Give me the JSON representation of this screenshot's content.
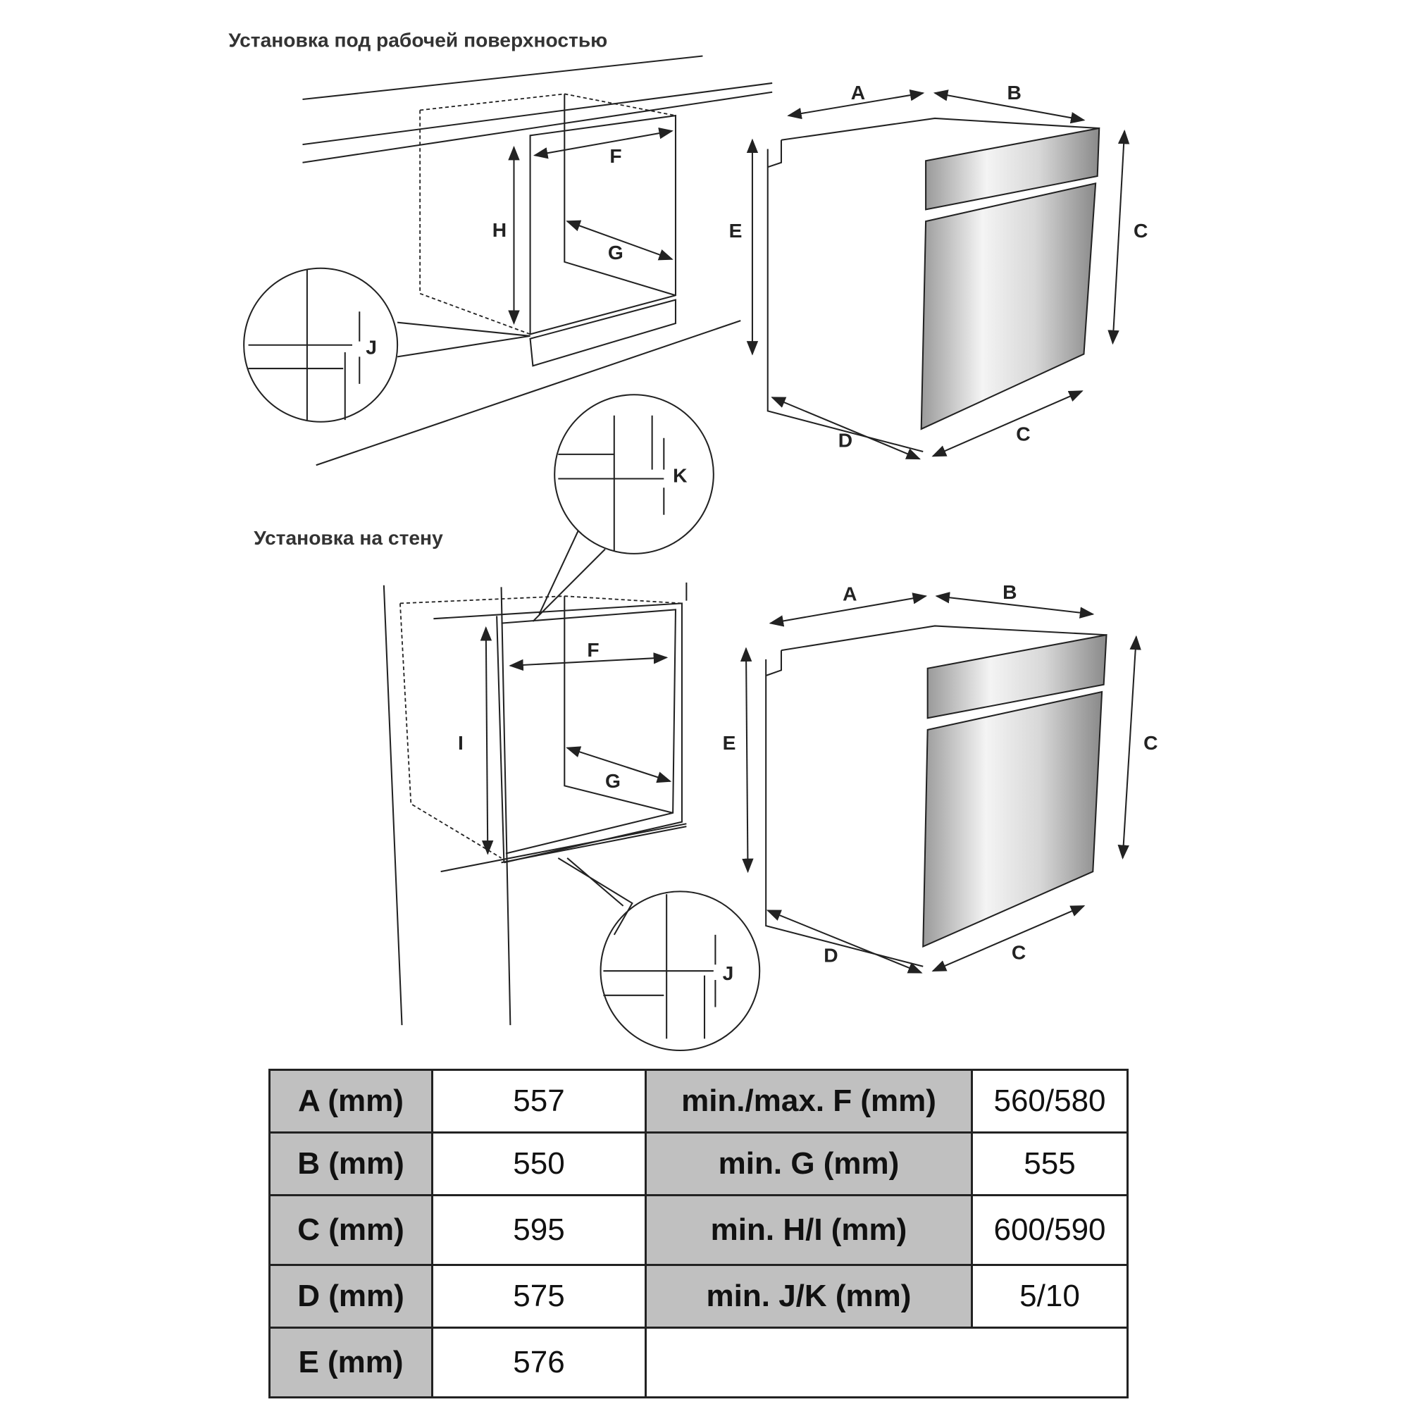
{
  "titles": {
    "under_counter": "Установка под рабочей поверхностью",
    "wall": "Установка на стену"
  },
  "labels": {
    "A": "A",
    "B": "B",
    "C": "C",
    "D": "D",
    "E": "E",
    "F": "F",
    "G": "G",
    "H": "H",
    "I": "I",
    "J": "J",
    "K": "K"
  },
  "table": {
    "rows": [
      {
        "k1": "A (mm)",
        "v1": "557",
        "k2": "min./max. F (mm)",
        "v2": "560/580"
      },
      {
        "k1": "B (mm)",
        "v1": "550",
        "k2": "min. G (mm)",
        "v2": "555"
      },
      {
        "k1": "C (mm)",
        "v1": "595",
        "k2": "min. H/I (mm)",
        "v2": "600/590"
      },
      {
        "k1": "D (mm)",
        "v1": "575",
        "k2": "min. J/K (mm)",
        "v2": "5/10"
      },
      {
        "k1": "E (mm)",
        "v1": "576"
      }
    ]
  }
}
